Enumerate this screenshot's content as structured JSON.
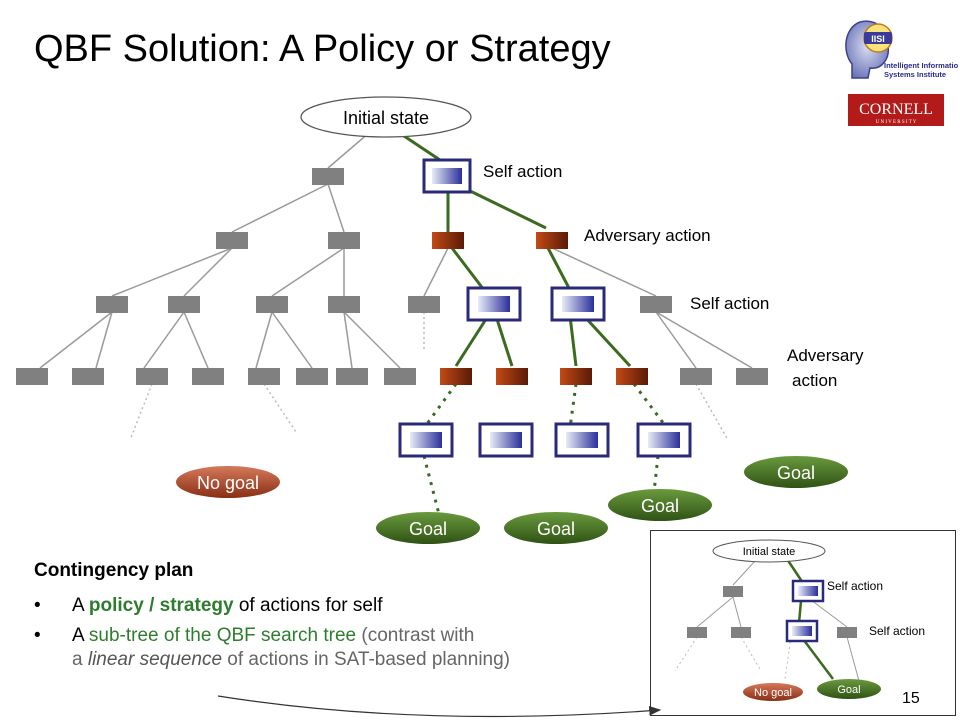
{
  "title": "QBF Solution: A Policy or Strategy",
  "tree": {
    "initial_state": "Initial state",
    "labels": {
      "self_action_1": "Self action",
      "adversary_action_1": "Adversary action",
      "self_action_2": "Self action",
      "adversary_action_2_line1": "Adversary",
      "adversary_action_2_line2": "action"
    },
    "outcomes": {
      "no_goal": "No goal",
      "goal": "Goal"
    }
  },
  "text": {
    "heading": "Contingency plan",
    "bullet_symbol": "•",
    "bullet1": {
      "pre": "A ",
      "highlight": "policy / strategy",
      "post": " of actions for self"
    },
    "bullet2": {
      "pre": "A ",
      "highlight": "sub-tree of the QBF search tree",
      "mid": " (contrast with",
      "line2_pre": "a ",
      "line2_emph": "linear sequence",
      "line2_post": " of actions in SAT-based planning)"
    }
  },
  "inset": {
    "initial_state": "Initial state",
    "self_action_1": "Self action",
    "self_action_2": "Self action",
    "no_goal": "No goal",
    "goal": "Goal"
  },
  "logos": {
    "iisi_line1": "Intelligent Information",
    "iisi_line2": "Systems Institute",
    "cornell": "CORNELL",
    "cornell_sub": "U N I V E R S I T Y"
  },
  "page_number": "15",
  "colors": {
    "gray_node": "#808080",
    "adversary_node": "#8b2e0a",
    "self_node_border": "#2a2a7a",
    "policy_edge": "#3a6b1e",
    "goal_fill": "#3f6a1f",
    "no_goal_fill": "#a84a2c"
  }
}
